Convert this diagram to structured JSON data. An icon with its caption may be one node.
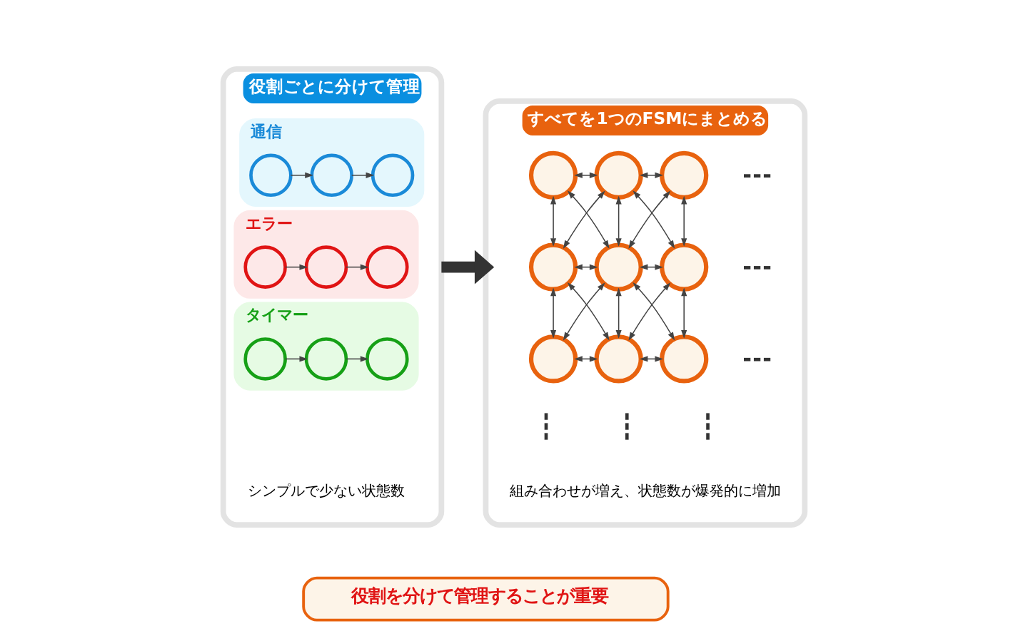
{
  "diagram": {
    "nodes": [
      {
        "text": [
          "役割ごとに分けて管理",
          "シンプルで少ない状態数"
        ]
      },
      {
        "text": [
          "通信"
        ],
        "in": 0
      },
      {
        "text": [],
        "shape": "circle",
        "in": 1
      },
      {
        "text": [],
        "shape": "circle",
        "in": 1
      },
      {
        "text": [],
        "shape": "circle",
        "in": 1
      },
      {
        "text": [
          "エラー"
        ],
        "in": 0
      },
      {
        "text": [],
        "shape": "circle",
        "in": 5
      },
      {
        "text": [],
        "shape": "circle",
        "in": 5
      },
      {
        "text": [],
        "shape": "circle",
        "in": 5
      },
      {
        "text": [
          "タイマー"
        ],
        "in": 0
      },
      {
        "text": [],
        "shape": "circle",
        "in": 9
      },
      {
        "text": [],
        "shape": "circle",
        "in": 9
      },
      {
        "text": [],
        "shape": "circle",
        "in": 9
      },
      {
        "text": [
          "すべてを1つのFSMにまとめる",
          "組み合わせが増え、状態数が爆発的に増加"
        ]
      },
      {
        "text": [],
        "shape": "circle",
        "in": 13
      },
      {
        "text": [],
        "shape": "circle",
        "in": 13
      },
      {
        "text": [],
        "shape": "circle",
        "in": 13
      },
      {
        "text": [],
        "shape": "circle",
        "in": 13
      },
      {
        "text": [],
        "shape": "circle",
        "in": 13
      },
      {
        "text": [],
        "shape": "circle",
        "in": 13
      },
      {
        "text": [],
        "shape": "circle",
        "in": 13
      },
      {
        "text": [],
        "shape": "circle",
        "in": 13
      },
      {
        "text": [],
        "shape": "circle",
        "in": 13
      },
      {
        "text": [
          "役割を分けて管理することが重要"
        ]
      }
    ],
    "edges": [
      {
        "from": 2,
        "to": 3,
        "arrow": "to"
      },
      {
        "from": 3,
        "to": 4,
        "arrow": "to"
      },
      {
        "from": 6,
        "to": 7,
        "arrow": "to"
      },
      {
        "from": 7,
        "to": 8,
        "arrow": "to"
      },
      {
        "from": 10,
        "to": 11,
        "arrow": "to"
      },
      {
        "from": 11,
        "to": 12,
        "arrow": "to"
      },
      {
        "from": 0,
        "to": 13,
        "arrow": "to",
        "style": "thick"
      },
      {
        "from": 14,
        "to": 15,
        "arrow": "both"
      },
      {
        "from": 15,
        "to": 16,
        "arrow": "both"
      },
      {
        "from": 14,
        "to": 17,
        "arrow": "both"
      },
      {
        "from": 15,
        "to": 18,
        "arrow": "both"
      },
      {
        "from": 16,
        "to": 19,
        "arrow": "both"
      },
      {
        "from": 14,
        "to": 18,
        "arrow": "both"
      },
      {
        "from": 15,
        "to": 17,
        "arrow": "both"
      },
      {
        "from": 15,
        "to": 19,
        "arrow": "both"
      },
      {
        "from": 16,
        "to": 18,
        "arrow": "both"
      },
      {
        "from": 17,
        "to": 18,
        "arrow": "both"
      },
      {
        "from": 18,
        "to": 19,
        "arrow": "both"
      },
      {
        "from": 17,
        "to": 20,
        "arrow": "both"
      },
      {
        "from": 18,
        "to": 21,
        "arrow": "both"
      },
      {
        "from": 19,
        "to": 22,
        "arrow": "both"
      },
      {
        "from": 17,
        "to": 21,
        "arrow": "both"
      },
      {
        "from": 18,
        "to": 20,
        "arrow": "both"
      },
      {
        "from": 18,
        "to": 22,
        "arrow": "both"
      },
      {
        "from": 19,
        "to": 21,
        "arrow": "both"
      },
      {
        "from": 20,
        "to": 21,
        "arrow": "both"
      },
      {
        "from": 21,
        "to": 22,
        "arrow": "both"
      }
    ]
  }
}
